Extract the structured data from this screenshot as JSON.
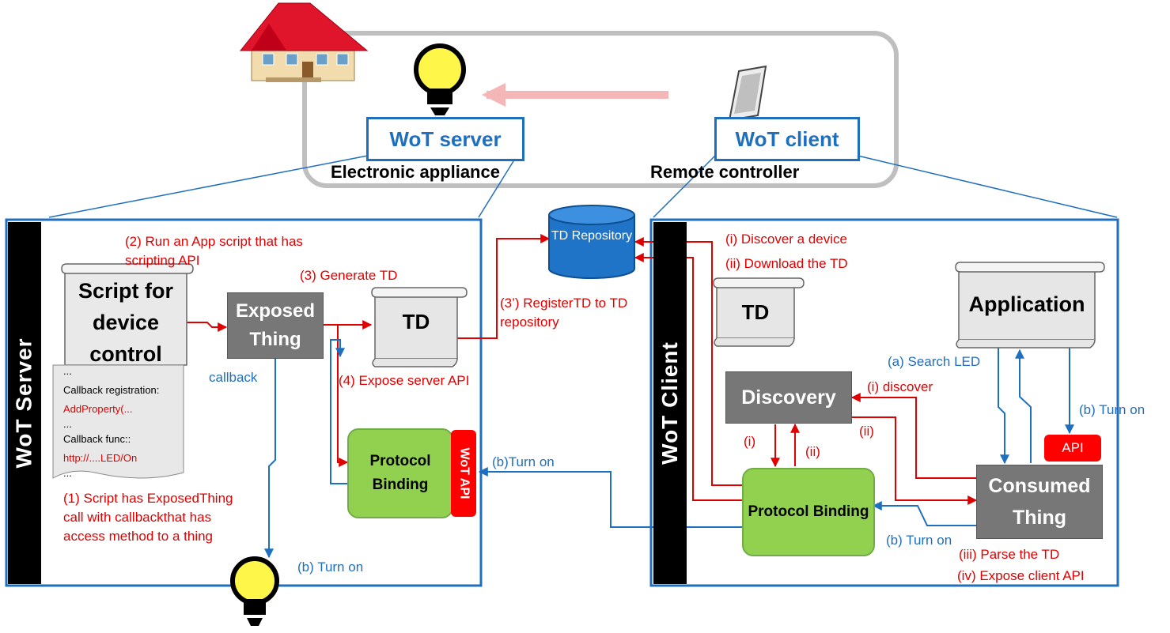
{
  "top": {
    "wot_server_label": "WoT server",
    "wot_client_label": "WoT client",
    "server_caption": "Electronic appliance",
    "client_caption": "Remote controller"
  },
  "server": {
    "side_label": "WoT Server",
    "script_title": "Script for device control",
    "snippet": {
      "line1": "...",
      "line2": "Callback registration:",
      "line3": "AddProperty(...",
      "line4": "...",
      "line5": "Callback func::",
      "line6": "http://....LED/On",
      "line7": "..."
    },
    "exposed_thing": "Exposed Thing",
    "td": "TD",
    "protocol_binding": "Protocol Binding",
    "wot_api": "WoT API",
    "notes": {
      "run_script": "(2) Run an App script that has scripting API",
      "generate_td": "(3) Generate TD",
      "register_td": "(3’) RegisterTD to TD repository",
      "expose_api": "(4) Expose server API",
      "script_has": "(1) Script has ExposedThing call with callbackthat has access method to a thing",
      "callback": "callback",
      "turn_on": "(b) Turn on"
    }
  },
  "repository": {
    "label": "TD Repository"
  },
  "client": {
    "side_label": "WoT Client",
    "td": "TD",
    "application": "Application",
    "discovery": "Discovery",
    "protocol_binding": "Protocol Binding",
    "consumed_thing": "Consumed Thing",
    "api": "API",
    "notes": {
      "discover_device": "(i) Discover a device",
      "download_td": "(ii) Download the TD",
      "search_led": "(a) Search LED",
      "discover": "(i) discover",
      "ii_right": "(ii)",
      "i_left": "(i)",
      "ii_mid": "(ii)",
      "turn_on_right": "(b) Turn on",
      "turn_on_bottom": "(b) Turn on",
      "parse_td": "(iii) Parse the TD",
      "expose_client_api": "(iv) Expose client API",
      "turn_on_middle": "(b)Turn on"
    }
  },
  "colors": {
    "red": "#e00000",
    "blue": "#1f6fbf",
    "green": "#92d050",
    "gray": "#777777",
    "pink_arrow": "#f4b6b6"
  },
  "icons": [
    "house-icon",
    "lightbulb-icon",
    "smartphone-icon",
    "database-icon"
  ]
}
